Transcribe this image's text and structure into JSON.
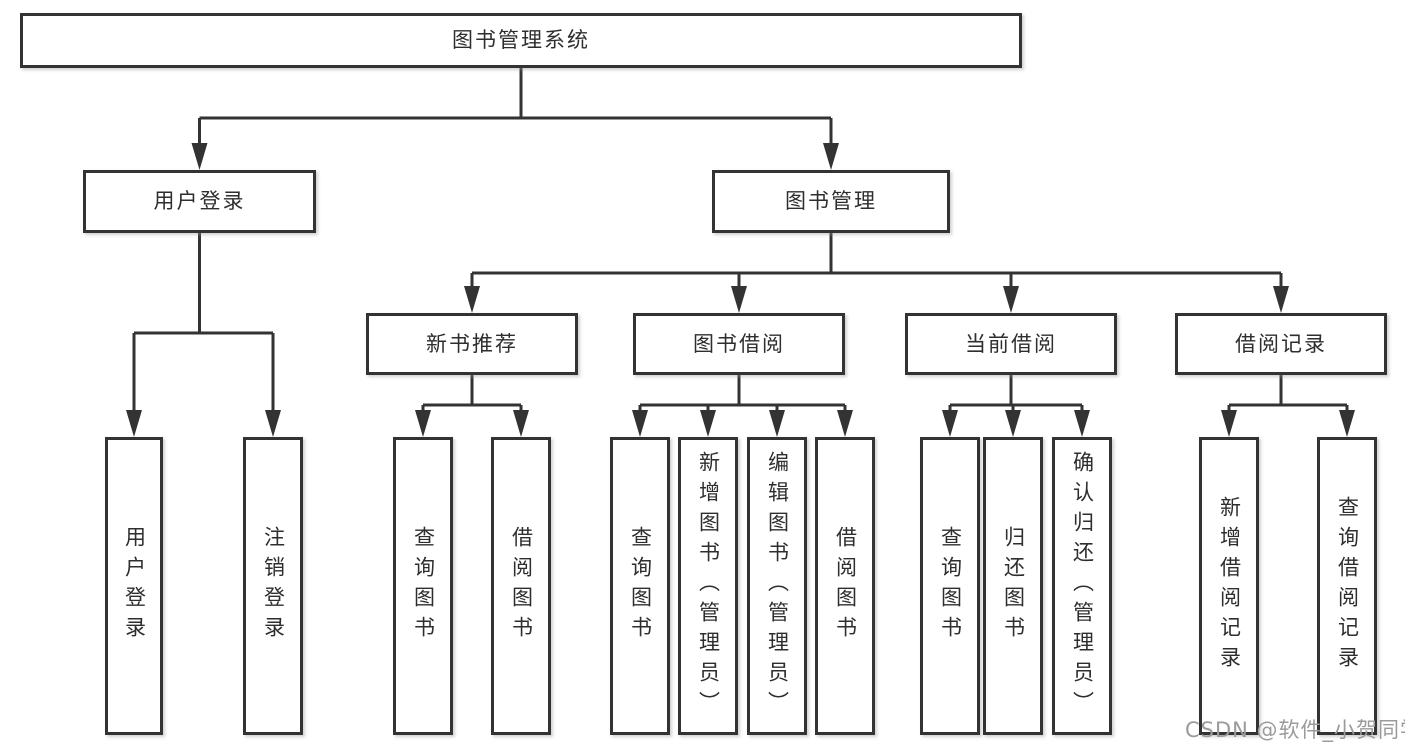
{
  "diagram": {
    "title": "图书管理系统",
    "nodes": [
      {
        "id": "root",
        "label": "图书管理系统"
      },
      {
        "id": "user-login",
        "label": "用户登录"
      },
      {
        "id": "book-mgmt",
        "label": "图书管理"
      },
      {
        "id": "new-book-rec",
        "label": "新书推荐"
      },
      {
        "id": "book-borrow",
        "label": "图书借阅"
      },
      {
        "id": "current-borrow",
        "label": "当前借阅"
      },
      {
        "id": "borrow-records",
        "label": "借阅记录"
      },
      {
        "id": "v-user-login",
        "label": "用户登录"
      },
      {
        "id": "v-logout",
        "label": "注销登录"
      },
      {
        "id": "v-query-book-1",
        "label": "查询图书"
      },
      {
        "id": "v-borrow-book-1",
        "label": "借阅图书"
      },
      {
        "id": "v-query-book-2",
        "label": "查询图书"
      },
      {
        "id": "v-add-book",
        "label": "新增图书（管理员）"
      },
      {
        "id": "v-edit-book",
        "label": "编辑图书（管理员）"
      },
      {
        "id": "v-borrow-book-2",
        "label": "借阅图书"
      },
      {
        "id": "v-query-book-3",
        "label": "查询图书"
      },
      {
        "id": "v-return-book",
        "label": "归还图书"
      },
      {
        "id": "v-confirm-return",
        "label": "确认归还（管理员）"
      },
      {
        "id": "v-add-borrow-record",
        "label": "新增借阅记录"
      },
      {
        "id": "v-query-borrow-record",
        "label": "查询借阅记录"
      }
    ],
    "edges": [
      {
        "from": "root",
        "to": "user-login"
      },
      {
        "from": "root",
        "to": "book-mgmt"
      },
      {
        "from": "user-login",
        "to": "v-user-login"
      },
      {
        "from": "user-login",
        "to": "v-logout"
      },
      {
        "from": "book-mgmt",
        "to": "new-book-rec"
      },
      {
        "from": "book-mgmt",
        "to": "book-borrow"
      },
      {
        "from": "book-mgmt",
        "to": "current-borrow"
      },
      {
        "from": "book-mgmt",
        "to": "borrow-records"
      },
      {
        "from": "new-book-rec",
        "to": "v-query-book-1"
      },
      {
        "from": "new-book-rec",
        "to": "v-borrow-book-1"
      },
      {
        "from": "book-borrow",
        "to": "v-query-book-2"
      },
      {
        "from": "book-borrow",
        "to": "v-add-book"
      },
      {
        "from": "book-borrow",
        "to": "v-edit-book"
      },
      {
        "from": "book-borrow",
        "to": "v-borrow-book-2"
      },
      {
        "from": "current-borrow",
        "to": "v-query-book-3"
      },
      {
        "from": "current-borrow",
        "to": "v-return-book"
      },
      {
        "from": "current-borrow",
        "to": "v-confirm-return"
      },
      {
        "from": "borrow-records",
        "to": "v-add-borrow-record"
      },
      {
        "from": "borrow-records",
        "to": "v-query-borrow-record"
      }
    ]
  },
  "watermark": {
    "text": "CSDN @软件_小贺同学"
  },
  "colors": {
    "line": "#333333",
    "box_border": "#333333",
    "box_fill": "#ffffff",
    "text": "#2e2e2e",
    "watermark": "#9b9b9b",
    "background": "#ffffff"
  }
}
